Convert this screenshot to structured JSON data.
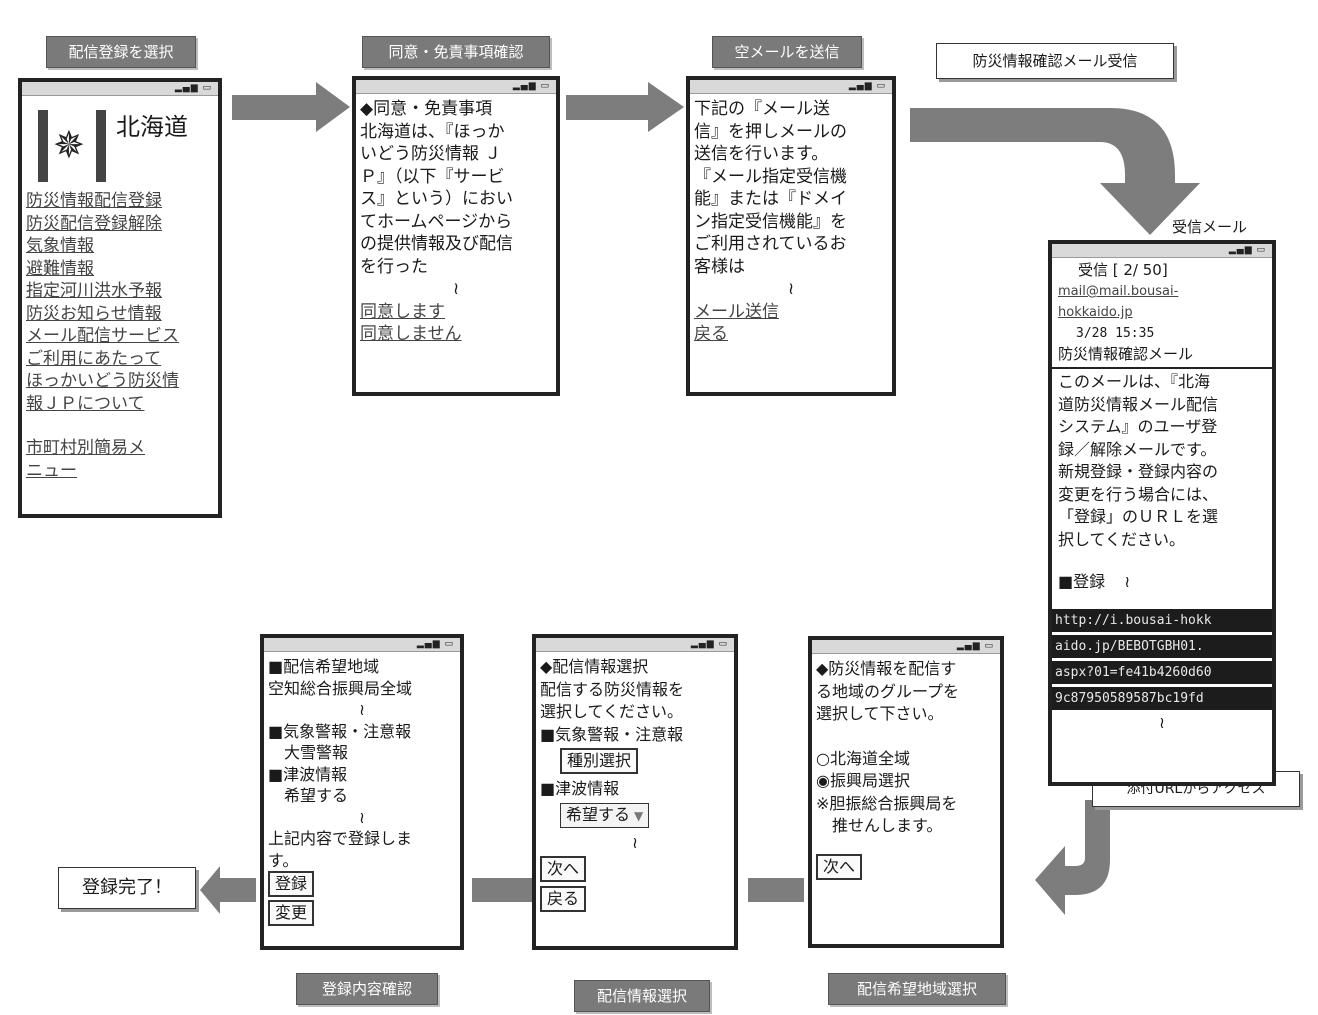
{
  "colors": {
    "tag_bg": "#7a7a7a",
    "arrow": "#7d7d7d",
    "phone_border": "#222222",
    "url_bg": "#1c1c1c"
  },
  "steps": {
    "s1": "配信登録を選択",
    "s2": "同意・免責事項確認",
    "s3": "空メールを送信",
    "s4": "防災情報確認メール受信",
    "s5": "配信希望地域選択",
    "s6": "配信情報選択",
    "s7": "登録内容確認",
    "done": "登録完了！"
  },
  "labels": {
    "received_mail": "受信メール",
    "attach_access": "添付URLからアクセス"
  },
  "screen1": {
    "logo_icon": "hokkaido-emblem",
    "logo_text": "北海道",
    "links": [
      "防災情報配信登録",
      "防災配信登録解除",
      "気象情報",
      "避難情報",
      "指定河川洪水予報",
      "防災お知らせ情報",
      "メール配信サービス",
      "ご利用にあたって",
      "ほっかいどう防災情",
      "報ＪＰについて",
      "市町村別簡易メ",
      "ニュー"
    ]
  },
  "screen2": {
    "lines": [
      "◆同意・免責事項",
      "北海道は、『ほっか",
      "いどう防災情報 Ｊ",
      "Ｐ』（以下『サービ",
      "ス』という）におい",
      "てホームページから",
      "の提供情報及び配信",
      "を行った"
    ],
    "tilde": "≀",
    "agree": "同意します",
    "disagree": "同意しません"
  },
  "screen3": {
    "lines": [
      "下記の『メール送",
      "信』を押しメールの",
      "送信を行います。",
      "『メール指定受信機",
      "能』または『ドメイ",
      "ン指定受信機能』を",
      "ご利用されているお",
      "客様は"
    ],
    "tilde": "≀",
    "send": "メール送信",
    "back": "戻る"
  },
  "mail": {
    "inbox": "受信 [    2/  50]",
    "from1": "mail@mail.bousai-",
    "from2": "hokkaido.jp",
    "date": "3/28 15:35",
    "subject": "防災情報確認メール",
    "lines": [
      "このメールは、『北海",
      "道防災情報メール配信",
      "システム』のユーザ登",
      "録／解除メールです。",
      "新規登録・登録内容の",
      "変更を行う場合には、",
      "「登録」のＵＲＬを選",
      "択してください。"
    ],
    "reg": "■登録",
    "tilde": "≀",
    "url": [
      "http://i.bousai-hokk",
      "aido.jp/BEBOTGBH01.",
      "aspx?01=fe41b4260d60",
      "9c87950589587bc19fd"
    ]
  },
  "screen5": {
    "lines": [
      "◆防災情報を配信す",
      "る地域のグループを",
      "選択して下さい。"
    ],
    "opt1": "北海道全域",
    "opt2": "振興局選択",
    "note1": "※胆振総合振興局を",
    "note2": "推せんします。",
    "next": "次へ"
  },
  "screen6": {
    "lines": [
      "◆配信情報選択",
      "配信する防災情報を",
      "選択してください。",
      "■気象警報・注意報"
    ],
    "type_btn": "種別選択",
    "tsunami": "■津波情報",
    "select": "希望する",
    "tilde": "≀",
    "next": "次へ",
    "back": "戻る"
  },
  "screen7": {
    "lines": [
      "■配信希望地域",
      "空知総合振興局全域"
    ],
    "tilde": "≀",
    "lines2": [
      "■気象警報・注意報",
      "　大雪警報",
      "■津波情報",
      "　希望する"
    ],
    "conf1": "上記内容で登録しま",
    "conf2": "す。",
    "register": "登録",
    "change": "変更"
  }
}
